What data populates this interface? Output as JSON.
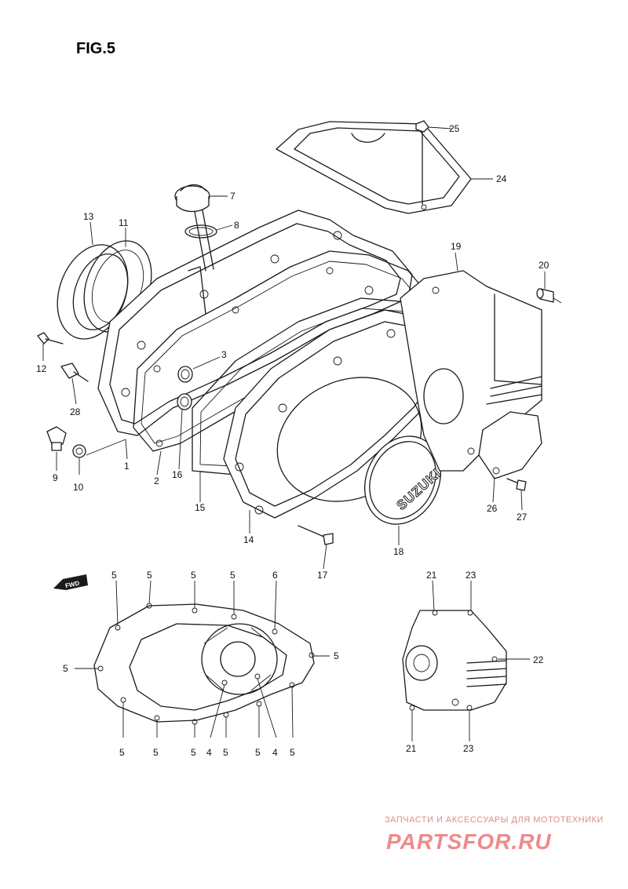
{
  "figure_title": "FIG.5",
  "brand_text": "SUZUKI",
  "direction_badge": "FWD",
  "watermark": {
    "tagline": "ЗАПЧАСТИ И АКСЕССУАРЫ ДЛЯ МОТОТЕХНИКИ",
    "logo": "PARTSFOR.RU"
  },
  "part_labels": [
    "1",
    "2",
    "3",
    "4",
    "5",
    "6",
    "7",
    "8",
    "9",
    "10",
    "11",
    "12",
    "13",
    "14",
    "15",
    "16",
    "17",
    "18",
    "19",
    "20",
    "21",
    "22",
    "23",
    "24",
    "25",
    "26",
    "27",
    "28"
  ]
}
